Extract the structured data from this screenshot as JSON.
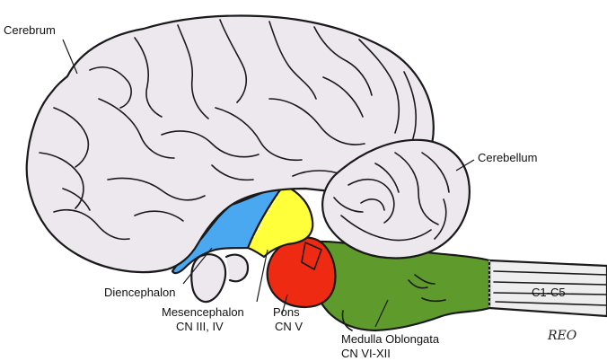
{
  "labels": {
    "cerebrum": "Cerebrum",
    "cerebellum": "Cerebellum",
    "diencephalon": "Diencephalon",
    "mesencephalon": "Mesencephalon",
    "mesencephalon_nerves": "CN III, IV",
    "pons": "Pons",
    "pons_nerves": "CN V",
    "medulla": "Medulla Oblongata",
    "medulla_nerves": "CN VI-XII",
    "spinal": "C1-C5",
    "signature": "REO"
  },
  "colors": {
    "cerebrum": "#ece8ee",
    "cerebellum": "#ece8ee",
    "diencephalon": "#4aa8f0",
    "mesencephalon": "#ffff3a",
    "pons": "#ee2a12",
    "medulla": "#5e9a2c",
    "spinal_cord": "#eeeeee",
    "outline": "#1a1a1a"
  }
}
